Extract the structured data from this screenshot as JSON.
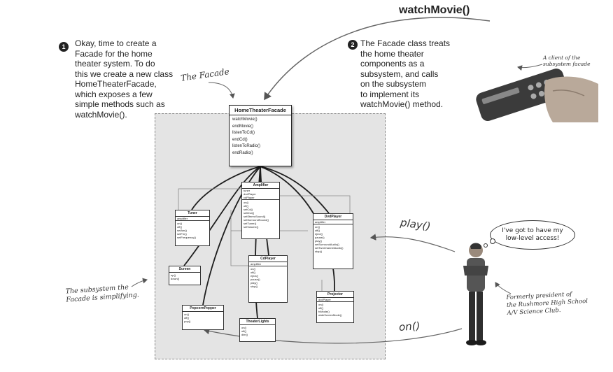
{
  "callouts": {
    "watch_movie": "watchMovie()",
    "play": "play()",
    "on": "on()"
  },
  "annotations": {
    "step1": {
      "number": "1",
      "lines": [
        "Okay, time to create a",
        "Facade for the home",
        "theater system. To do",
        "this we create a new class",
        "HomeTheaterFacade,",
        "which exposes a few",
        "simple methods such as",
        "watchMovie()."
      ]
    },
    "step2": {
      "number": "2",
      "lines": [
        "The Facade class treats",
        "the home theater",
        "components as a",
        "subsystem, and calls",
        "on the subsystem",
        "to implement its",
        "watchMovie() method."
      ]
    },
    "the_facade": "The Facade",
    "client_note": [
      "A client of the",
      "subsystem facade"
    ],
    "subsystem_note": [
      "The subsystem the",
      "Facade is simplifying."
    ],
    "president_note": [
      "Formerly president of",
      "the Rushmore High School",
      "A/V Science Club."
    ],
    "speech_bubble": [
      "I've got to have my",
      "low-level access!"
    ]
  },
  "facade_class": {
    "name": "HomeTheaterFacade",
    "methods": [
      "watchMovie()",
      "endMovie()",
      "listenToCd()",
      "endCd()",
      "listenToRadio()",
      "endRadio()"
    ]
  },
  "subsystem_classes": {
    "amplifier": {
      "name": "Amplifier",
      "attrs": [
        "tuner",
        "dvdPlayer",
        "cdPlayer"
      ],
      "methods": [
        "on()",
        "off()",
        "setCd()",
        "setDvd()",
        "setStereoSound()",
        "setSurroundSound()",
        "setTuner()",
        "setVolume()"
      ]
    },
    "tuner": {
      "name": "Tuner",
      "attrs": [
        "amplifier"
      ],
      "methods": [
        "on()",
        "off()",
        "setAm()",
        "setFm()",
        "setFrequency()"
      ]
    },
    "dvd_player": {
      "name": "DvdPlayer",
      "attrs": [
        "amplifier"
      ],
      "methods": [
        "on()",
        "off()",
        "eject()",
        "pause()",
        "play()",
        "setSurroundAudio()",
        "setTwoChannelAudio()",
        "stop()"
      ]
    },
    "cd_player": {
      "name": "CdPlayer",
      "attrs": [
        "amplifier"
      ],
      "methods": [
        "on()",
        "off()",
        "eject()",
        "pause()",
        "play()",
        "stop()"
      ]
    },
    "screen": {
      "name": "Screen",
      "methods": [
        "up()",
        "down()"
      ]
    },
    "projector": {
      "name": "Projector",
      "attrs": [
        "dvdPlayer"
      ],
      "methods": [
        "on()",
        "off()",
        "tvMode()",
        "wideScreenMode()"
      ]
    },
    "popcorn_popper": {
      "name": "PopcornPopper",
      "methods": [
        "on()",
        "off()",
        "pop()"
      ]
    },
    "theater_lights": {
      "name": "TheaterLights",
      "methods": [
        "on()",
        "off()",
        "dim()"
      ]
    }
  }
}
